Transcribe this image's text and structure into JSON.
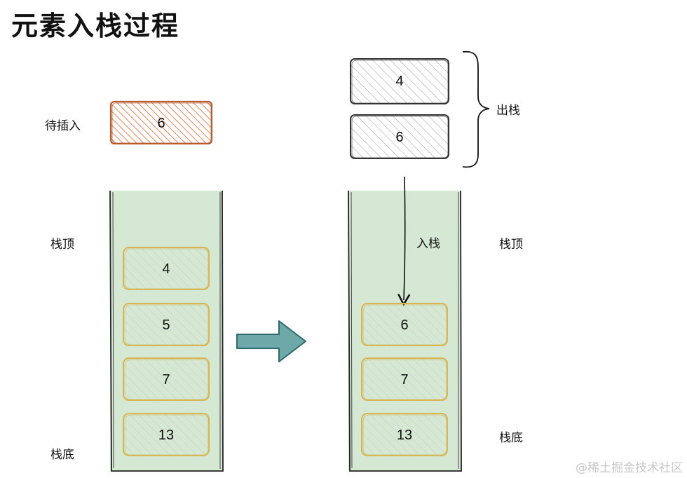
{
  "title": "元素入栈过程",
  "pending": {
    "label": "待插入",
    "value": "6"
  },
  "left_stack": {
    "top_label": "栈顶",
    "bottom_label": "栈底",
    "items": [
      "4",
      "5",
      "7",
      "13"
    ]
  },
  "right_stack": {
    "popped": [
      "4",
      "6"
    ],
    "pop_label": "出栈",
    "push_label": "入栈",
    "top_label": "栈顶",
    "bottom_label": "栈底",
    "items": [
      "6",
      "7",
      "13"
    ]
  },
  "watermark": "@稀土掘金技术社区",
  "colors": {
    "stack_fill": "#d5e8d4",
    "stack_stroke": "#222222",
    "item_stroke": "#d6b656",
    "pending_fill": "#e07a4f",
    "pending_stroke": "#b85c2e",
    "arrow_fill": "#6fa8a8",
    "arrow_stroke": "#2e6b6b"
  }
}
